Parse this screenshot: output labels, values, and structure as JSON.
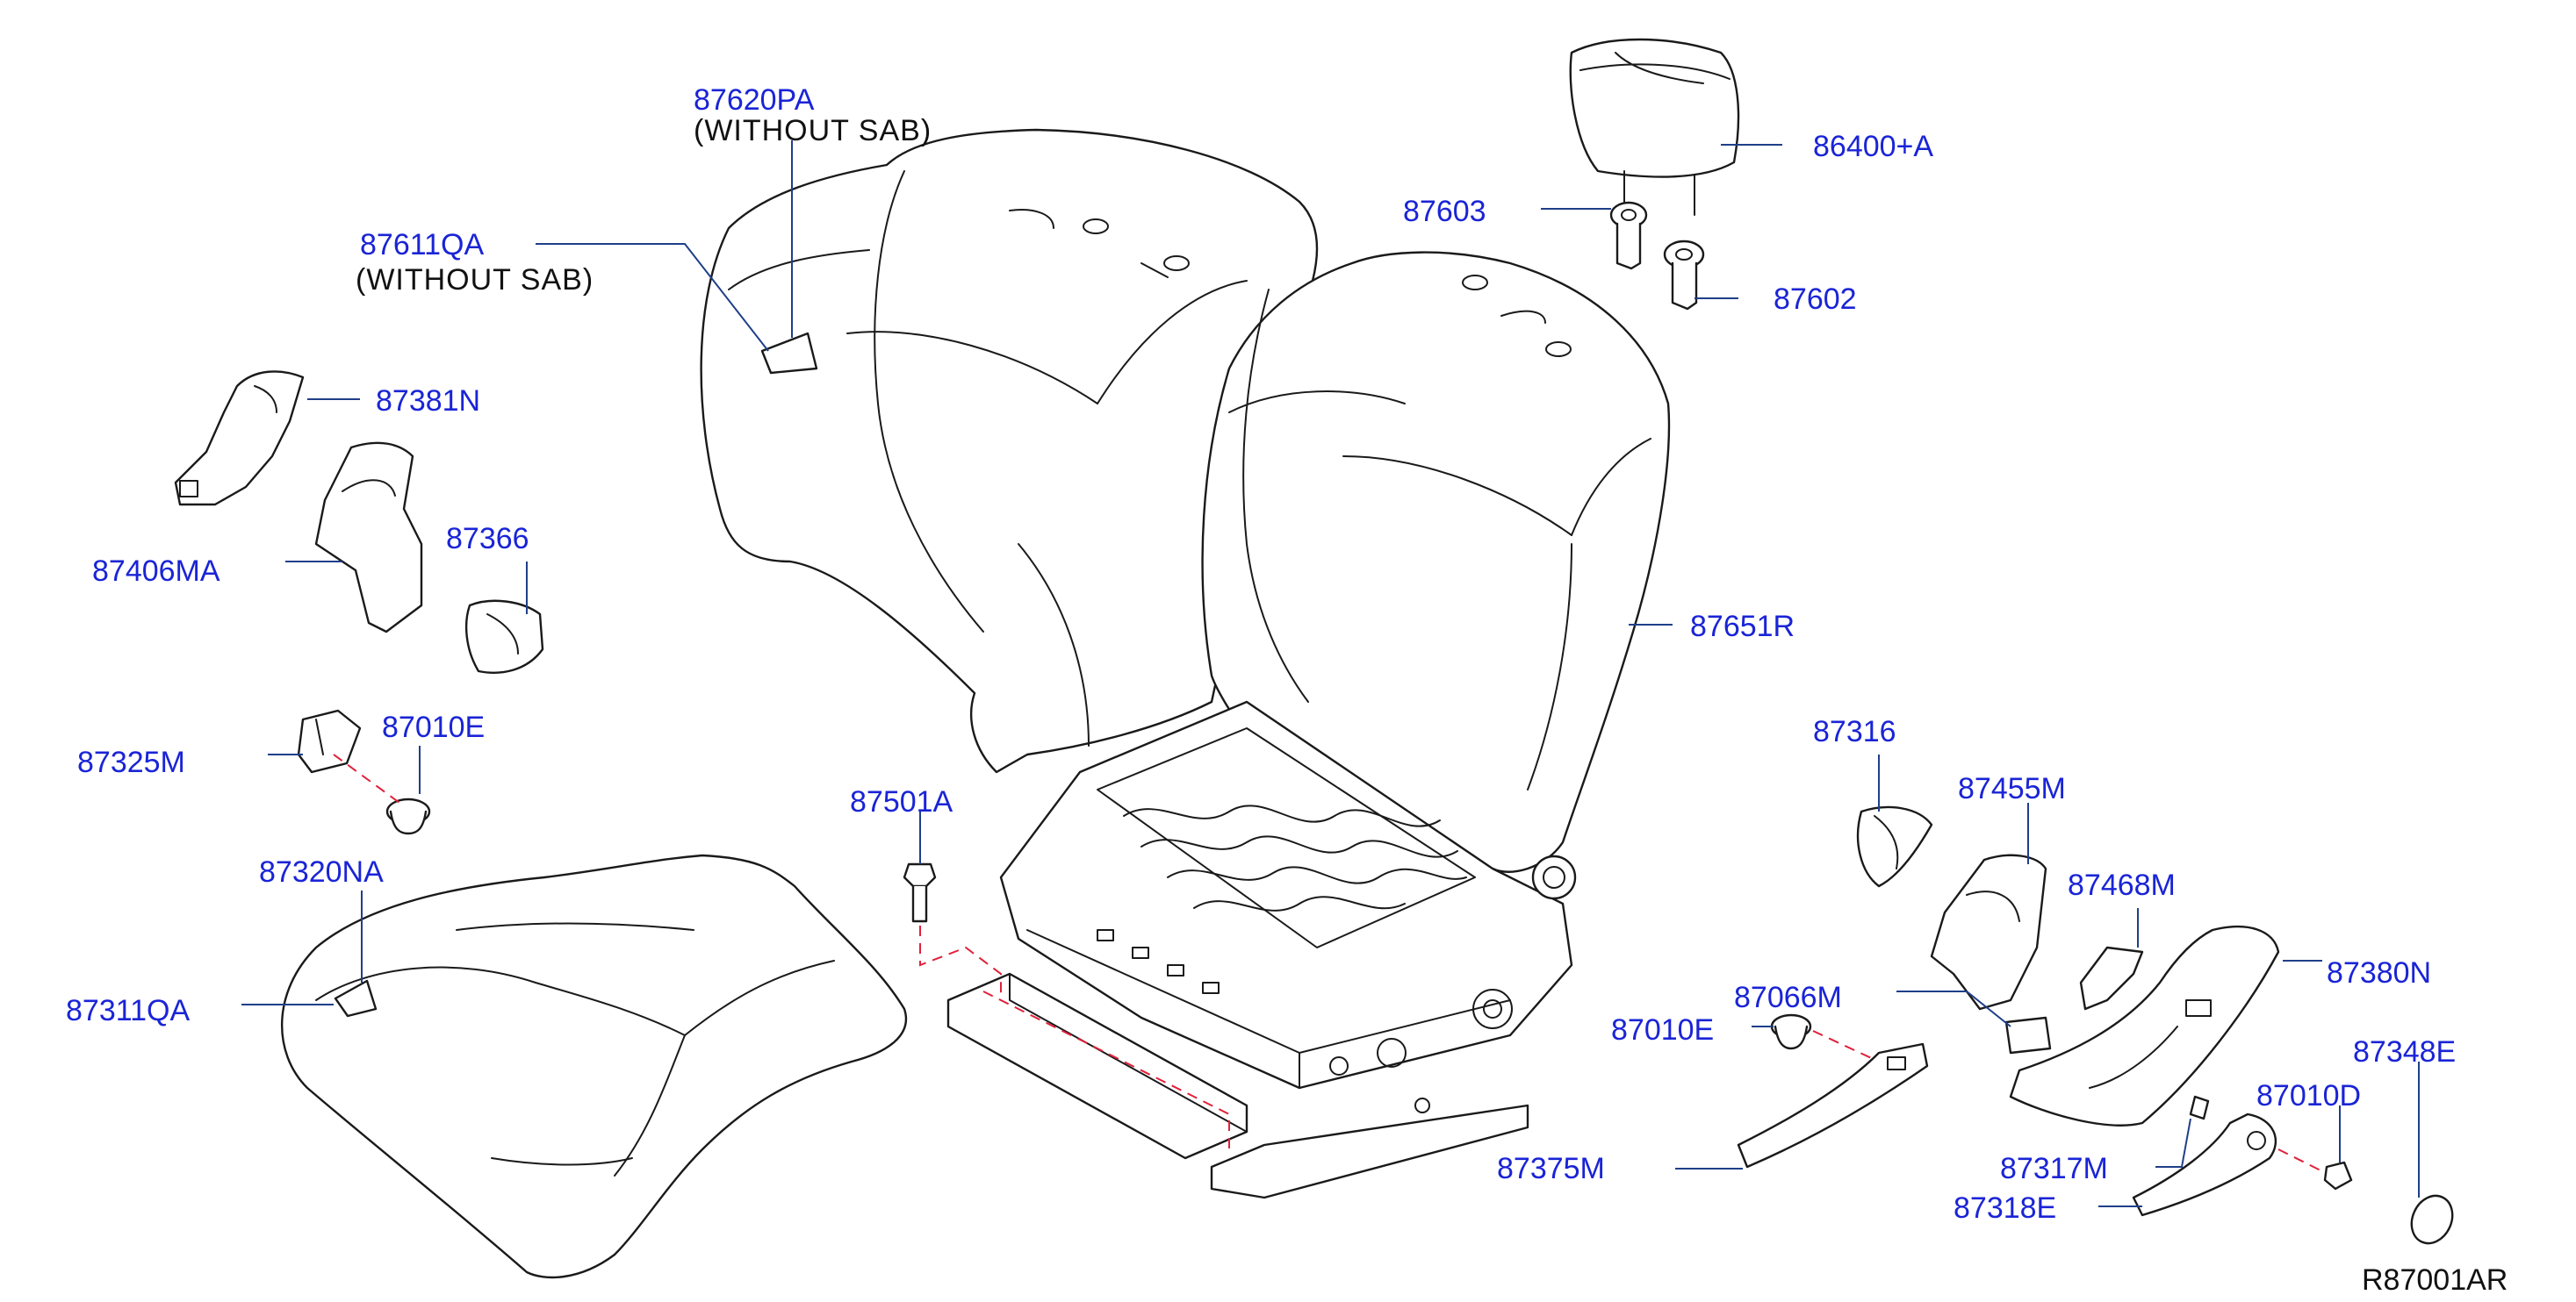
{
  "diagram": {
    "labels": {
      "p87620PA": "87620PA",
      "p87620PA_note": "(WITHOUT   SAB)",
      "p87611QA": "87611QA",
      "p87611QA_note": "(WITHOUT   SAB)",
      "p86400A": "86400+A",
      "p87603": "87603",
      "p87602": "87602",
      "p87381N": "87381N",
      "p87406MA": "87406MA",
      "p87366": "87366",
      "p87651R": "87651R",
      "p87325M": "87325M",
      "p87010E_left": "87010E",
      "p87501A": "87501A",
      "p87316": "87316",
      "p87455M": "87455M",
      "p87468M": "87468M",
      "p87320NA": "87320NA",
      "p87311QA": "87311QA",
      "p87380N": "87380N",
      "p87066M": "87066M",
      "p87010E_right": "87010E",
      "p87348E": "87348E",
      "p87010D": "87010D",
      "p87375M": "87375M",
      "p87317M": "87317M",
      "p87318E": "87318E"
    },
    "reference_code": "R87001AR",
    "colors": {
      "label": "#1a24d6",
      "leader": "#1f3f8a",
      "outline": "#1a1a1a",
      "dashed": "#e0203a"
    }
  }
}
